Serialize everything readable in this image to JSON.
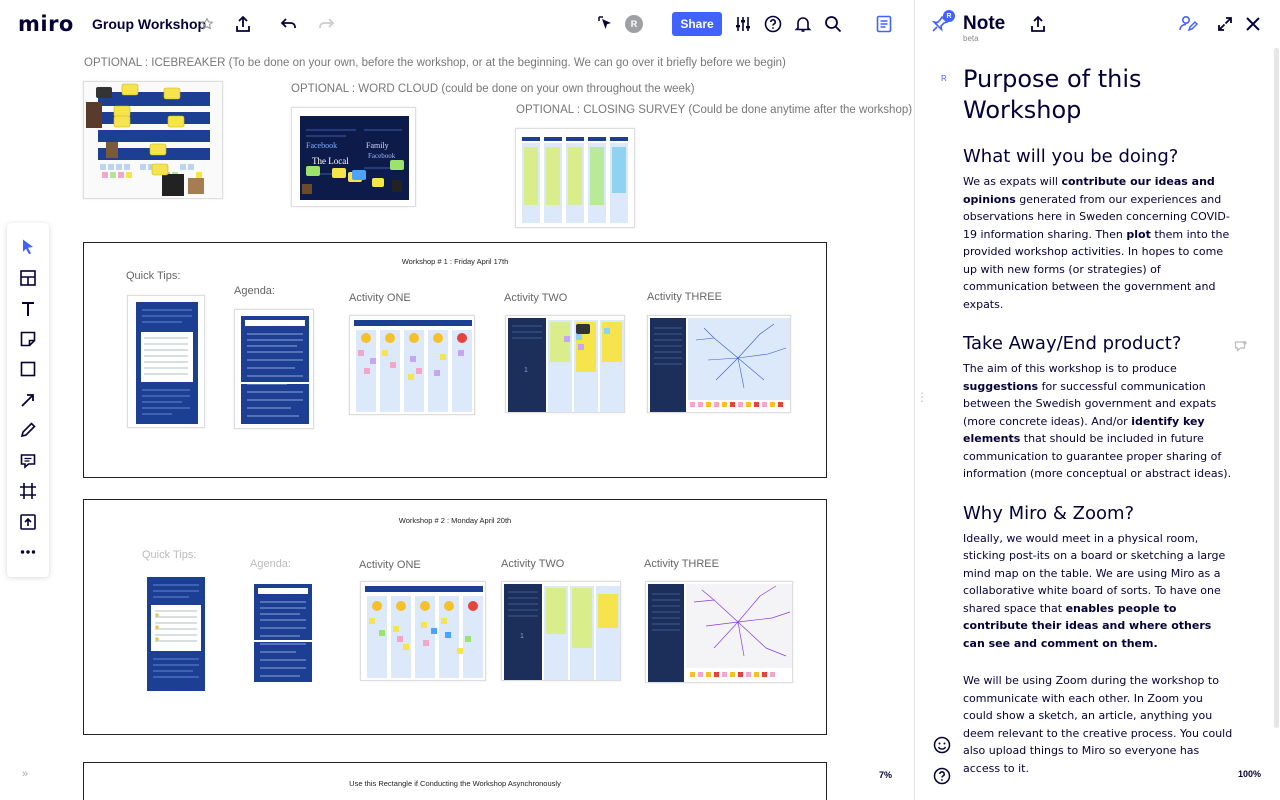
{
  "app": {
    "logo": "miro",
    "board_title": "Group Workshop"
  },
  "topbar": {
    "avatar_initial": "R",
    "share_label": "Share"
  },
  "canvas": {
    "optional_labels": [
      "OPTIONAL : ICEBREAKER (To be done on your own, before the workshop, or at the beginning. We can go over it briefly before we begin)",
      "OPTIONAL : WORD CLOUD (could be done on your own throughout the week)",
      "OPTIONAL : CLOSING SURVEY (Could be done anytime after the workshop)"
    ],
    "wordcloud_words": [
      "Facebook",
      "The Local",
      "Family",
      "Facebook"
    ],
    "workshop1": {
      "title": "Workshop # 1 : Friday April 17th",
      "labels": [
        "Quick Tips:",
        "Agenda:",
        "Activity ONE",
        "Activity TWO",
        "Activity THREE"
      ]
    },
    "workshop2": {
      "title": "Workshop # 2 :  Monday April 20th",
      "labels": [
        "Quick Tips:",
        "Agenda:",
        "Activity ONE",
        "Activity TWO",
        "Activity THREE"
      ]
    },
    "async_title": "Use this Rectangle if Conducting the Workshop Asynchronously",
    "activity_two_number": "1",
    "zoom": "7%",
    "collapse_icon": "»"
  },
  "toolbar": {
    "tools": [
      "select-icon",
      "templates-icon",
      "text-icon",
      "sticky-note-icon",
      "shape-icon",
      "arrow-icon",
      "pen-icon",
      "comment-icon",
      "frame-icon",
      "upload-icon",
      "more-icon"
    ]
  },
  "note": {
    "title": "Note",
    "beta": "beta",
    "pin_badge": "R",
    "marker": "R",
    "heading": "Purpose of this Workshop",
    "sections": {
      "s1_title": "What will you be doing?",
      "s1_a": "We as expats will ",
      "s1_b": "contribute our ideas and opinions",
      "s1_c": " generated from our experiences and observations here in Sweden concerning COVID-19 information sharing. Then ",
      "s1_d": "plot",
      "s1_e": " them into the provided workshop activities. In hopes to come up with new forms (or strategies) of communication between the government and expats.",
      "s2_title": "Take Away/End product?",
      "s2_a": "The aim of this workshop is to produce ",
      "s2_b": "suggestions",
      "s2_c": " for successful communication between the Swedish government and expats (more concrete ideas). And/or ",
      "s2_d": "identify key elements",
      "s2_e": " that should be included in future communication to guarantee proper sharing of information (more conceptual or abstract ideas).",
      "s3_title": "Why Miro & Zoom?",
      "s3_a": "Ideally, we would meet in a physical room, sticking post-its on a board or sketching a large mind map on the table. We are using Miro as a collaborative white board of sorts. To have one shared space that ",
      "s3_b": "enables people to contribute their ideas and where others can see and comment on them.",
      "s3_p2": "We will be using Zoom during the workshop to communicate with each other. In Zoom you could show a sketch, an article, anything you deem relevant to the creative process. You could also upload things to Miro so everyone has access to it."
    },
    "zoom": "100%"
  },
  "colors": {
    "accent": "#4262ff",
    "ink": "#050038",
    "board_blue": "#1c3f94",
    "sticky_yellow": "#f5e44c"
  }
}
